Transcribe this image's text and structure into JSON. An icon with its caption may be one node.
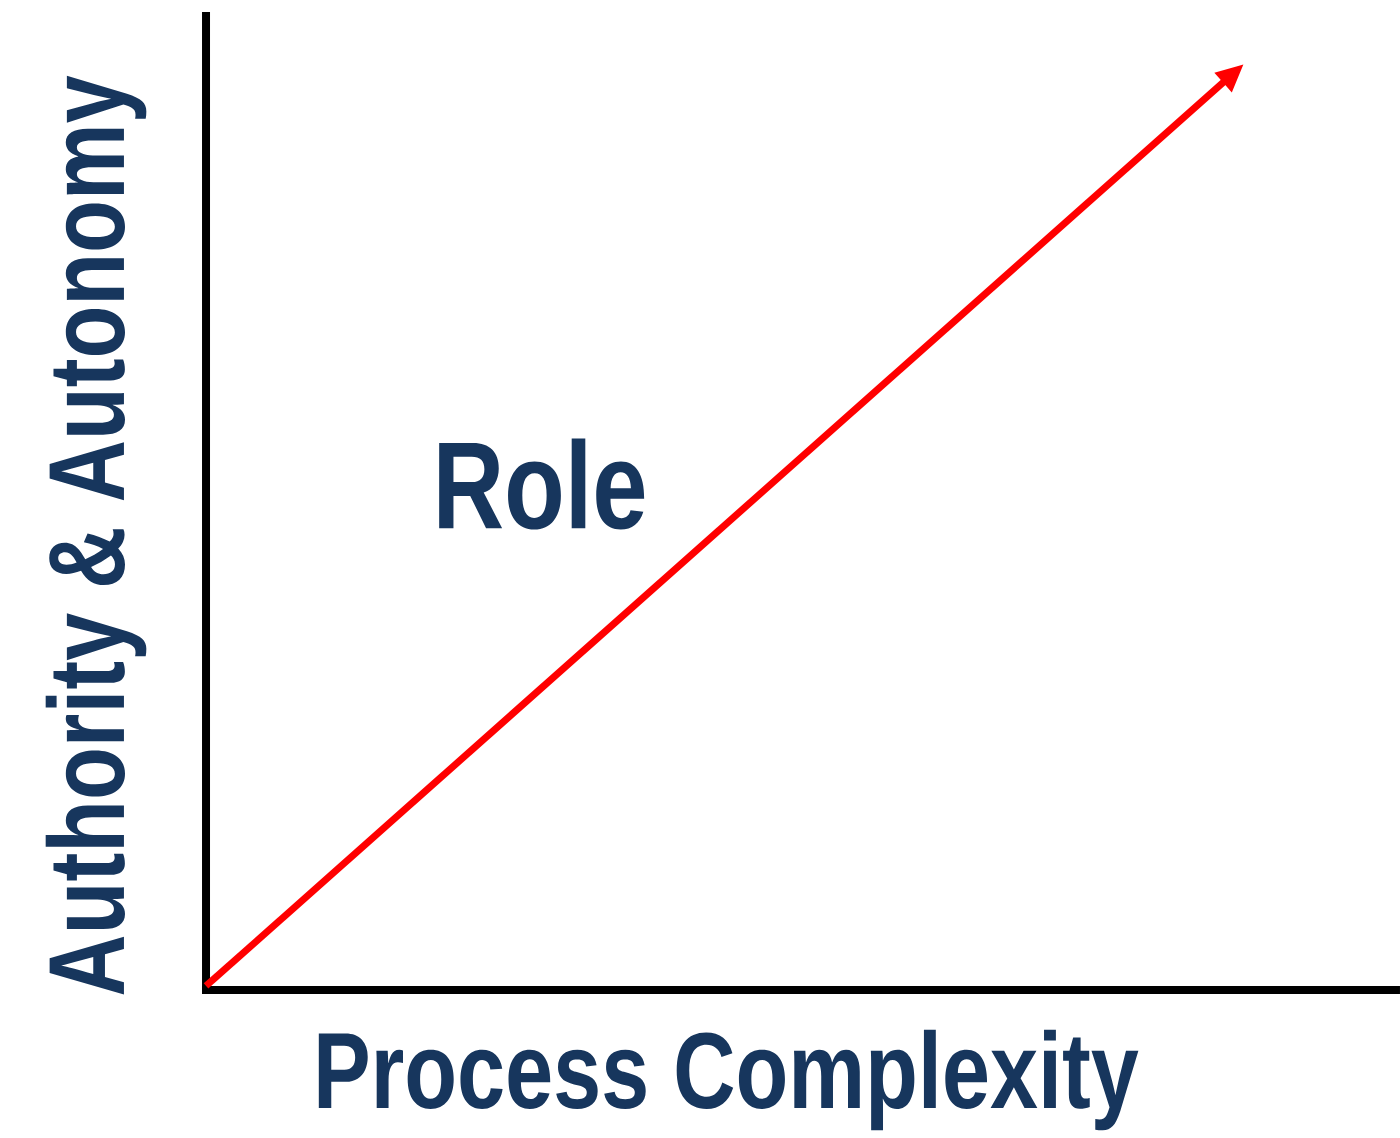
{
  "diagram": {
    "labels": [
      "Role",
      "Authority & Autonomy",
      "Process Complexity"
    ]
  }
}
